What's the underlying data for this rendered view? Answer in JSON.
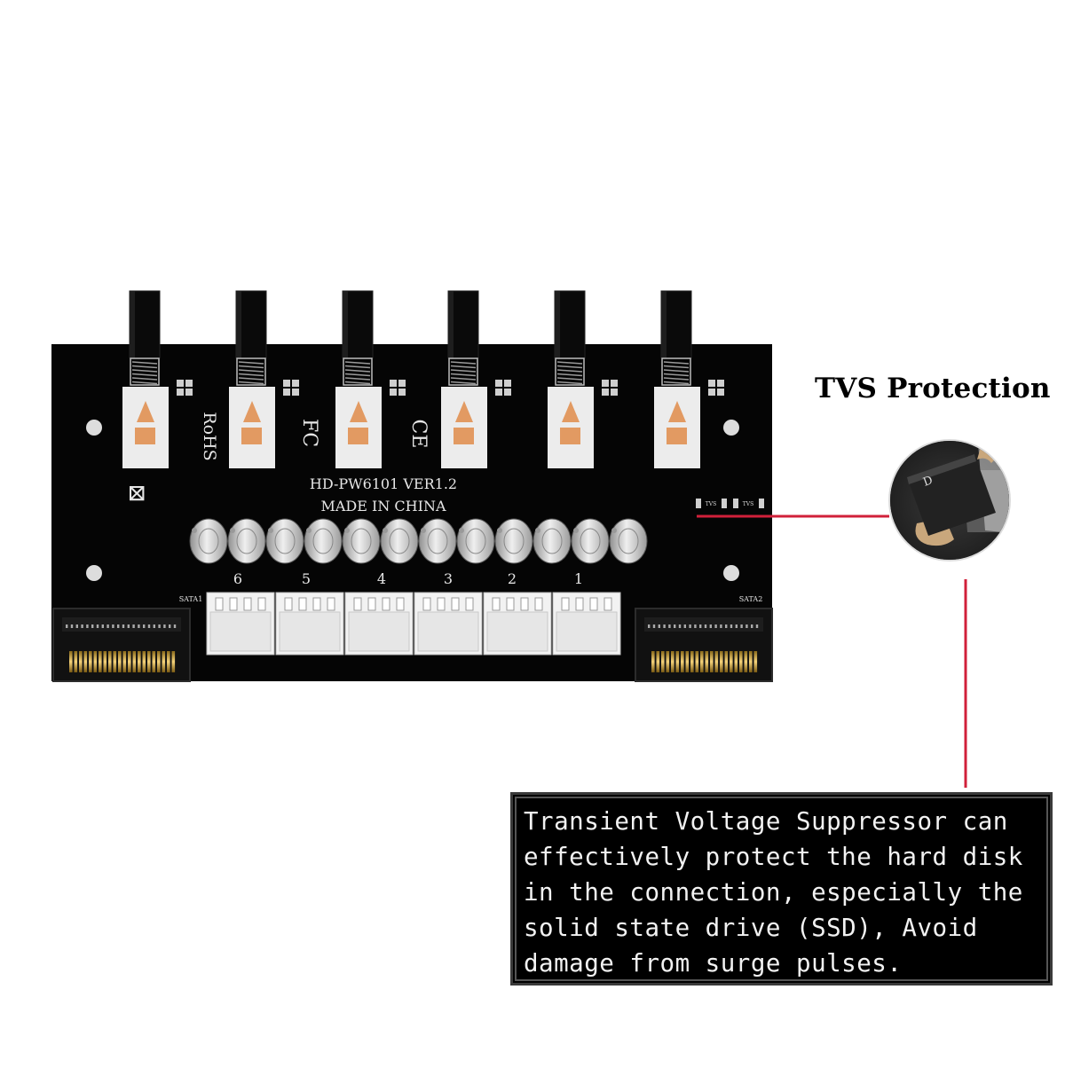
{
  "callout": {
    "title": "TVS Protection",
    "description": "Transient Voltage Suppressor can effectively protect the hard disk in the connection, especially the solid state drive (SSD), Avoid damage from surge pulses."
  },
  "board": {
    "model_line": "HD-PW6101  VER1.2",
    "origin_line": "MADE IN CHINA",
    "marks": {
      "rohs": "RoHS",
      "fc": "FC",
      "ce": "CE",
      "weee": "⊠"
    },
    "port_numbers": [
      "6",
      "5",
      "4",
      "3",
      "2",
      "1"
    ],
    "sata_left": "SATA1",
    "sata_right": "SATA2",
    "tvs_labels": [
      "TVS",
      "TVS"
    ],
    "chip_mark": "D"
  },
  "colors": {
    "board": "#050505",
    "pointer_line": "#d1203a",
    "button": "#ececec",
    "button_mark": "#e29a62"
  }
}
